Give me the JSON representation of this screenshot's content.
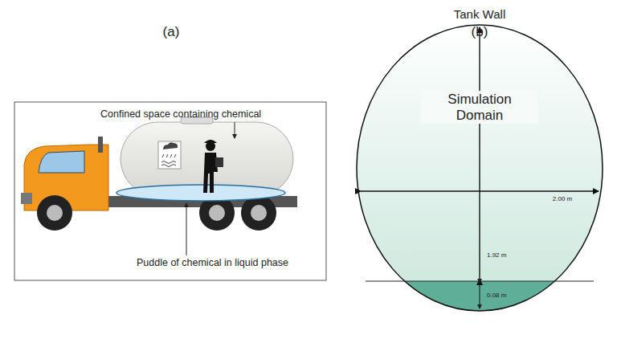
{
  "diagram": {
    "nodes": [
      {
        "text": [
          "Confined space containing chemical",
          "Puddle of chemical in liquid phase"
        ]
      },
      {
        "text": [
          "Tank Wall",
          "Simulation Domain",
          "2.00 m",
          "1.92 m",
          "0.08 m"
        ]
      }
    ],
    "labels": [
      "(a)",
      "(b)"
    ]
  }
}
